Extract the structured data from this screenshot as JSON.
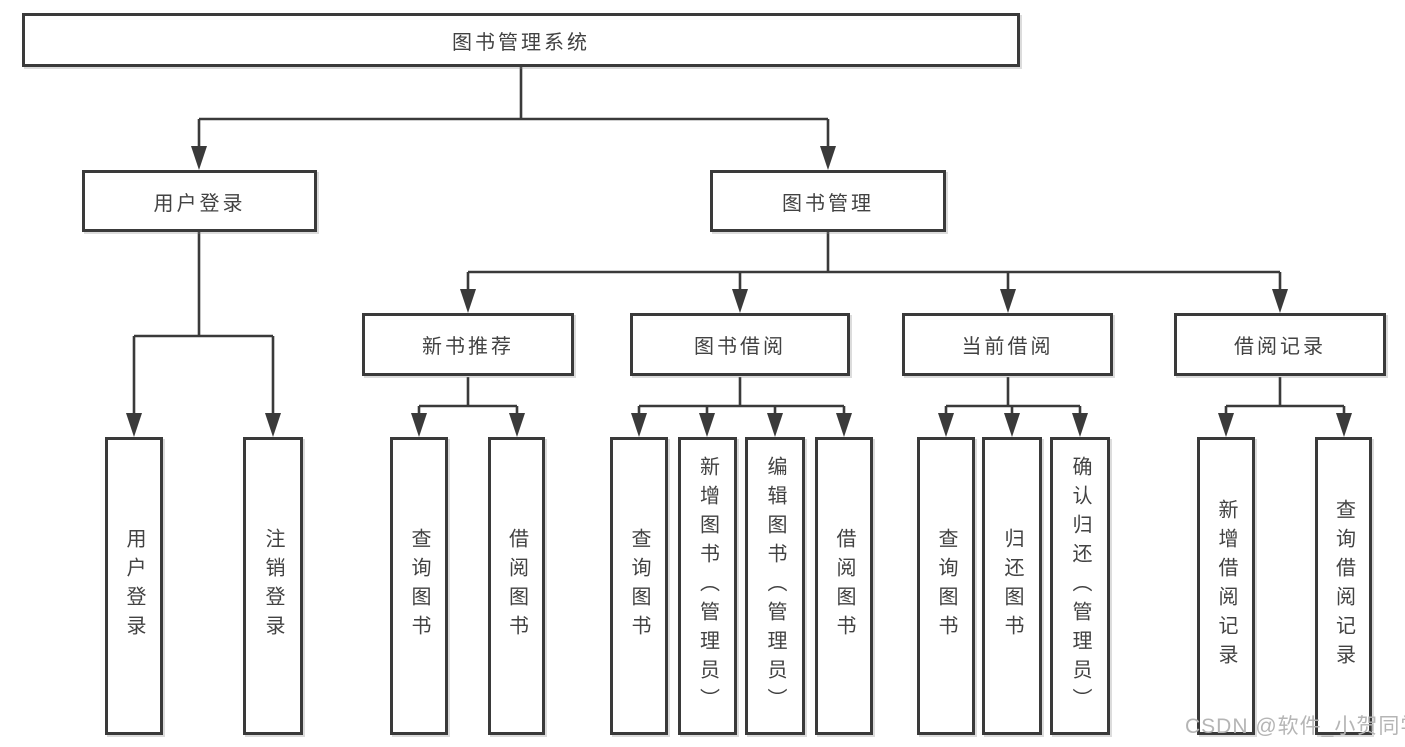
{
  "diagram_title": "图书管理系统",
  "tree": {
    "label": "图书管理系统",
    "children": [
      {
        "label": "用户登录",
        "children": [
          {
            "label": "用户登录"
          },
          {
            "label": "注销登录"
          }
        ]
      },
      {
        "label": "图书管理",
        "children": [
          {
            "label": "新书推荐",
            "children": [
              {
                "label": "查询图书"
              },
              {
                "label": "借阅图书"
              }
            ]
          },
          {
            "label": "图书借阅",
            "children": [
              {
                "label": "查询图书"
              },
              {
                "label": "新增图书（管理员）"
              },
              {
                "label": "编辑图书（管理员）"
              },
              {
                "label": "借阅图书"
              }
            ]
          },
          {
            "label": "当前借阅",
            "children": [
              {
                "label": "查询图书"
              },
              {
                "label": "归还图书"
              },
              {
                "label": "确认归还（管理员）"
              }
            ]
          },
          {
            "label": "借阅记录",
            "children": [
              {
                "label": "新增借阅记录"
              },
              {
                "label": "查询借阅记录"
              }
            ]
          }
        ]
      }
    ]
  },
  "watermark": "CSDN @软件_小贺同学",
  "colors": {
    "line": "#3a3a3a",
    "box_border": "#3a3a3a",
    "text": "#424242",
    "watermark": "#b5b5b5",
    "background": "#ffffff"
  }
}
